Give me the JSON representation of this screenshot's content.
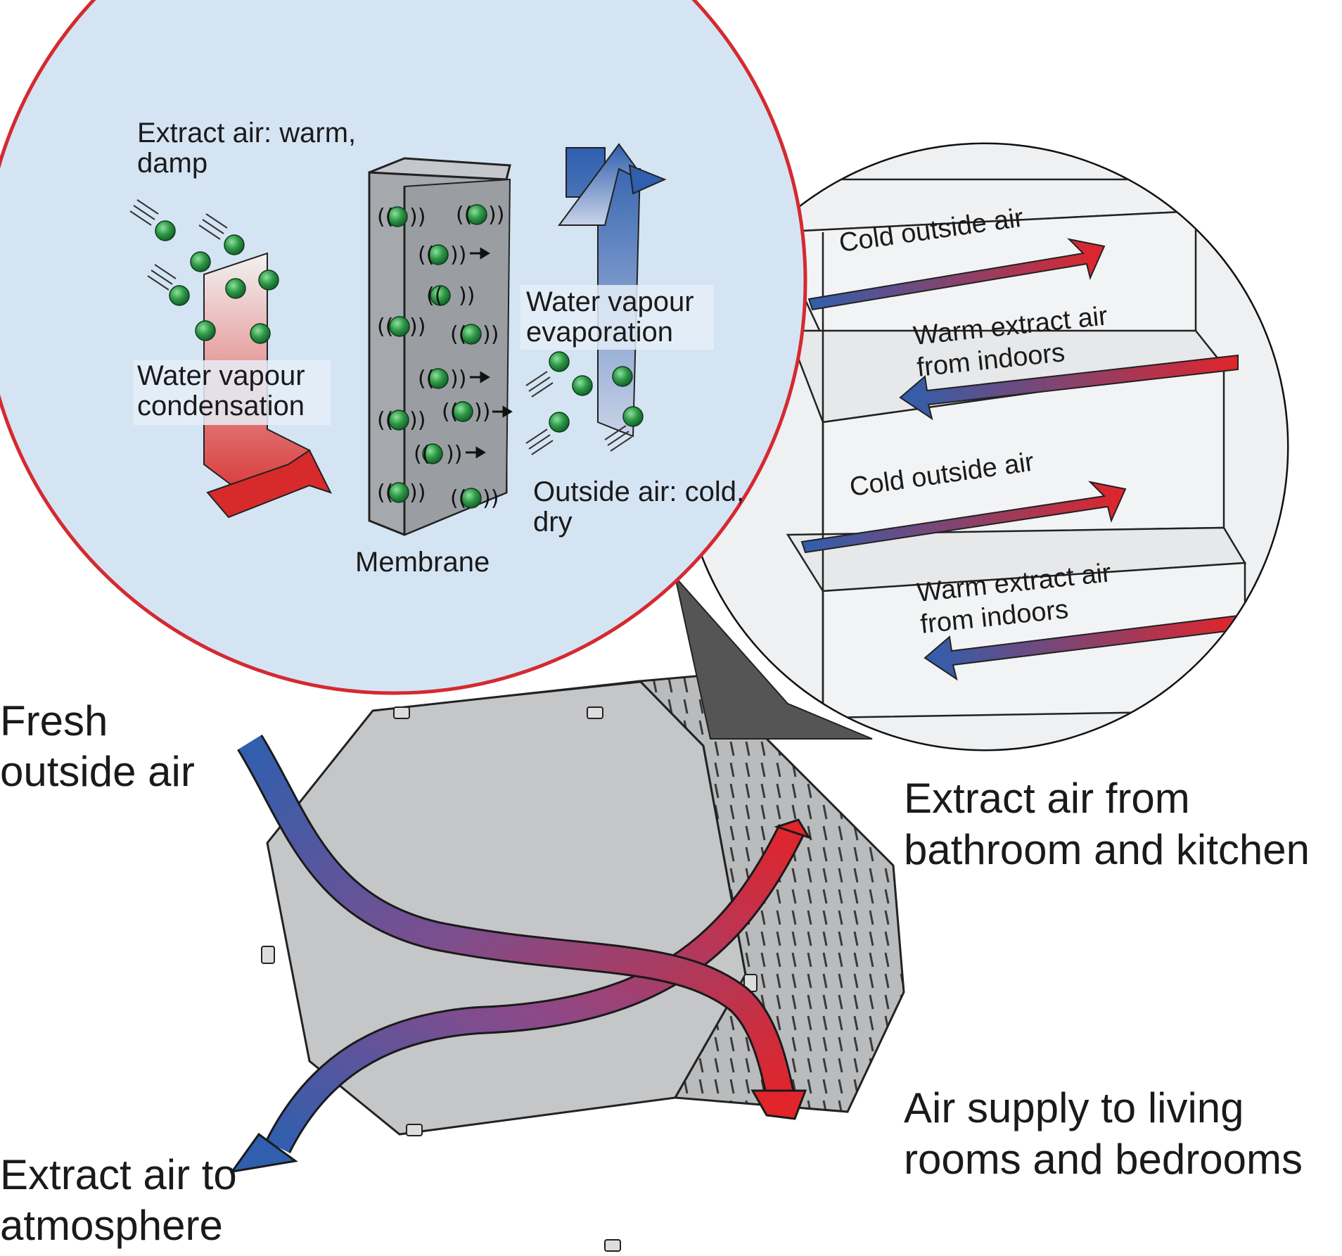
{
  "labels": {
    "fresh_outside_air": [
      "Fresh",
      "outside air"
    ],
    "extract_to_atmosphere": [
      "Extract air to",
      "atmosphere"
    ],
    "extract_from_bathroom": [
      "Extract air from",
      "bathroom and kitchen"
    ],
    "air_supply_living": [
      "Air supply to living",
      "rooms and bedrooms"
    ],
    "extract_warm_damp": [
      "Extract air: warm,",
      "damp"
    ],
    "vapour_condensation": [
      "Water vapour",
      "condensation"
    ],
    "vapour_evaporation": [
      "Water vapour",
      "evaporation"
    ],
    "outside_cold_dry": [
      "Outside air: cold,",
      "dry"
    ],
    "membrane": "Membrane",
    "cold_outside_air": "Cold outside air",
    "warm_extract_air": [
      "Warm extract air",
      "from indoors"
    ]
  },
  "colors": {
    "warm": "#e0252b",
    "cold": "#2f5fae",
    "bubble_border": "#d42a30",
    "bubble_fill": "#d5e4f3",
    "molecule": "#2e9a45",
    "housing": "#c4c6c8"
  },
  "icons": [
    "water-molecule-icon",
    "vibration-wave-icon",
    "arrow-right-icon",
    "motion-lines-icon"
  ]
}
